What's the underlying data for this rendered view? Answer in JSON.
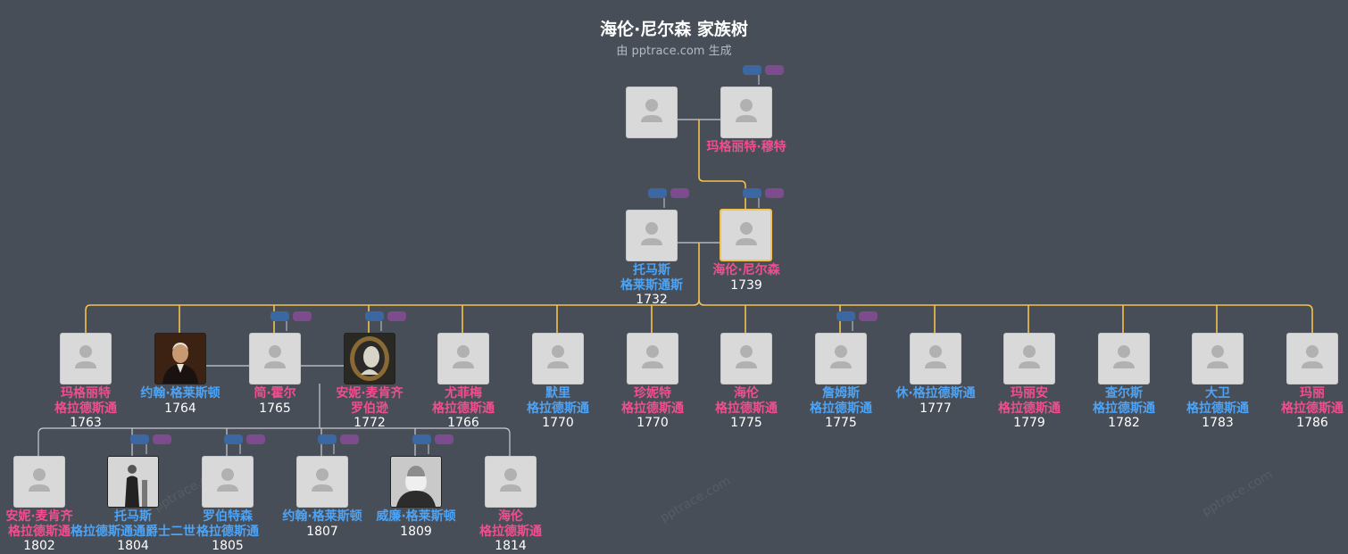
{
  "title": "海伦·尼尔森 家族树",
  "subtitle": "由 pptrace.com 生成",
  "watermark": "pptrace.com",
  "colors": {
    "background": "#484e57",
    "male": "#4da3f5",
    "female": "#ef4f8f",
    "line_primary": "#f2c14e",
    "line_secondary": "#c9ccd1",
    "badge_blue": "#3b67a2",
    "badge_purple": "#7d4c8e"
  },
  "people": [
    {
      "id": "gp1",
      "name": [
        "",
        ""
      ],
      "year": "",
      "gender": "f",
      "photo": "placeholder"
    },
    {
      "id": "gp2",
      "name": [
        "玛格丽特·穆特",
        ""
      ],
      "year": "",
      "gender": "f",
      "photo": "placeholder"
    },
    {
      "id": "thomas",
      "name": [
        "托马斯",
        "格莱斯通斯"
      ],
      "year": "1732",
      "gender": "m",
      "photo": "placeholder"
    },
    {
      "id": "helen",
      "name": [
        "海伦·尼尔森",
        ""
      ],
      "year": "1739",
      "gender": "f",
      "photo": "placeholder",
      "focus": true
    },
    {
      "id": "c1",
      "name": [
        "玛格丽特",
        "格拉德斯通"
      ],
      "year": "1763",
      "gender": "f",
      "photo": "placeholder"
    },
    {
      "id": "c2",
      "name": [
        "约翰·格莱斯顿",
        ""
      ],
      "year": "1764",
      "gender": "m",
      "photo": "portrait"
    },
    {
      "id": "c3",
      "name": [
        "简·霍尔",
        ""
      ],
      "year": "1765",
      "gender": "f",
      "photo": "placeholder"
    },
    {
      "id": "c4",
      "name": [
        "安妮·麦肯齐",
        "罗伯逊"
      ],
      "year": "1772",
      "gender": "f",
      "photo": "cameo"
    },
    {
      "id": "c5",
      "name": [
        "尤菲梅",
        "格拉德斯通"
      ],
      "year": "1766",
      "gender": "f",
      "photo": "placeholder"
    },
    {
      "id": "c6",
      "name": [
        "默里",
        "格拉德斯通"
      ],
      "year": "1770",
      "gender": "m",
      "photo": "placeholder"
    },
    {
      "id": "c7",
      "name": [
        "珍妮特",
        "格拉德斯通"
      ],
      "year": "1770",
      "gender": "f",
      "photo": "placeholder"
    },
    {
      "id": "c8",
      "name": [
        "海伦",
        "格拉德斯通"
      ],
      "year": "1775",
      "gender": "f",
      "photo": "placeholder"
    },
    {
      "id": "c9",
      "name": [
        "詹姆斯",
        "格拉德斯通"
      ],
      "year": "1775",
      "gender": "m",
      "photo": "placeholder"
    },
    {
      "id": "c10",
      "name": [
        "休·格拉德斯通",
        ""
      ],
      "year": "1777",
      "gender": "m",
      "photo": "placeholder"
    },
    {
      "id": "c11",
      "name": [
        "玛丽安",
        "格拉德斯通"
      ],
      "year": "1779",
      "gender": "f",
      "photo": "placeholder"
    },
    {
      "id": "c12",
      "name": [
        "查尔斯",
        "格拉德斯通"
      ],
      "year": "1782",
      "gender": "m",
      "photo": "placeholder"
    },
    {
      "id": "c13",
      "name": [
        "大卫",
        "格拉德斯通"
      ],
      "year": "1783",
      "gender": "m",
      "photo": "placeholder"
    },
    {
      "id": "c14",
      "name": [
        "玛丽",
        "格拉德斯通"
      ],
      "year": "1786",
      "gender": "f",
      "photo": "placeholder"
    },
    {
      "id": "g1",
      "name": [
        "安妮·麦肯齐",
        "格拉德斯通"
      ],
      "year": "1802",
      "gender": "f",
      "photo": "placeholder"
    },
    {
      "id": "g2",
      "name": [
        "托马斯",
        "格拉德斯通通爵士二世"
      ],
      "year": "1804",
      "gender": "m",
      "photo": "engraving"
    },
    {
      "id": "g3",
      "name": [
        "罗伯特森",
        "格拉德斯通"
      ],
      "year": "1805",
      "gender": "m",
      "photo": "placeholder"
    },
    {
      "id": "g4",
      "name": [
        "约翰·格莱斯顿",
        ""
      ],
      "year": "1807",
      "gender": "m",
      "photo": "placeholder"
    },
    {
      "id": "g5",
      "name": [
        "威廉·格莱斯顿",
        ""
      ],
      "year": "1809",
      "gender": "m",
      "photo": "engraving2"
    },
    {
      "id": "g6",
      "name": [
        "海伦",
        "格拉德斯通"
      ],
      "year": "1814",
      "gender": "f",
      "photo": "placeholder"
    }
  ]
}
